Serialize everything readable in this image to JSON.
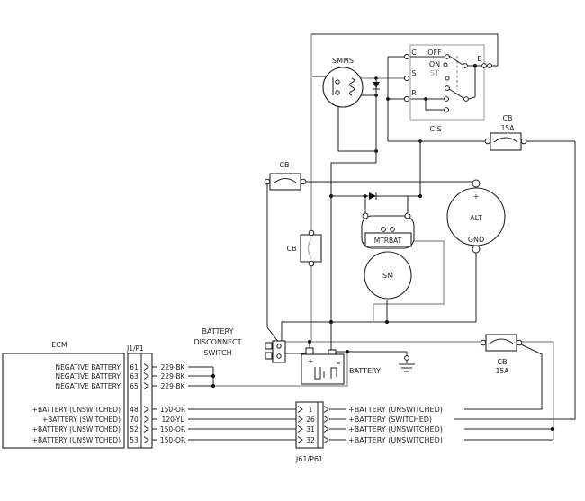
{
  "smms": {
    "label": "SMMS"
  },
  "cis": {
    "label": "CIS",
    "term_c": "C",
    "term_s": "S",
    "term_r": "R",
    "term_b": "B",
    "pos_off": "OFF",
    "pos_on": "ON",
    "pos_st": "ST"
  },
  "cb_key": {
    "name": "CB",
    "rating": "15A"
  },
  "cb_alt": {
    "name": "CB"
  },
  "cb_main": {
    "name": "CB"
  },
  "cb_batt": {
    "name": "CB",
    "rating": "15A"
  },
  "alt": {
    "label": "ALT",
    "plus": "+",
    "gnd": "GND"
  },
  "starter": {
    "solenoid": "MTRBAT",
    "motor": "SM"
  },
  "bds": {
    "line1": "BATTERY",
    "line2": "DISCONNECT",
    "line3": "SWITCH"
  },
  "battery": {
    "label": "BATTERY",
    "plus": "+"
  },
  "ecm": {
    "title": "ECM",
    "connector": "J1/P1",
    "rows": [
      {
        "label": "NEGATIVE BATTERY",
        "pin": "61",
        "wire": "229-BK"
      },
      {
        "label": "NEGATIVE BATTERY",
        "pin": "63",
        "wire": "229-BK"
      },
      {
        "label": "NEGATIVE BATTERY",
        "pin": "65",
        "wire": "229-BK"
      },
      {
        "label": "+BATTERY (UNSWITCHED)",
        "pin": "48",
        "wire": "150-OR"
      },
      {
        "label": "+BATTERY (SWITCHED)",
        "pin": "70",
        "wire": "120-YL"
      },
      {
        "label": "+BATTERY (UNSWITCHED)",
        "pin": "52",
        "wire": "150-OR"
      },
      {
        "label": "+BATTERY (UNSWITCHED)",
        "pin": "53",
        "wire": "150-OR"
      }
    ]
  },
  "j61": {
    "label": "J61/P61",
    "rows": [
      {
        "pin": "1",
        "label": "+BATTERY (UNSWITCHED)"
      },
      {
        "pin": "26",
        "label": "+BATTERY (SWITCHED)"
      },
      {
        "pin": "31",
        "label": "+BATTERY (UNSWITCHED)"
      },
      {
        "pin": "32",
        "label": "+BATTERY (UNSWITCHED)"
      }
    ]
  }
}
